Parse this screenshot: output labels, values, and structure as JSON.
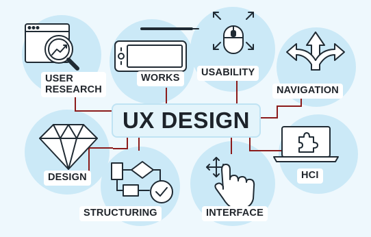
{
  "center": {
    "title": "UX DESIGN"
  },
  "topics": {
    "user_research": {
      "line1": "USER",
      "line2": "RESEARCH"
    },
    "works": "WORKS",
    "usability": "USABILITY",
    "navigation": "NAVIGATION",
    "design": "DESIGN",
    "structuring": "STRUCTURING",
    "interface": "INTERFACE",
    "hci": "HCI"
  },
  "colors": {
    "background": "#eef8fd",
    "bubble": "#cbe9f7",
    "connector": "#8b1a1a",
    "ink": "#20252b"
  }
}
